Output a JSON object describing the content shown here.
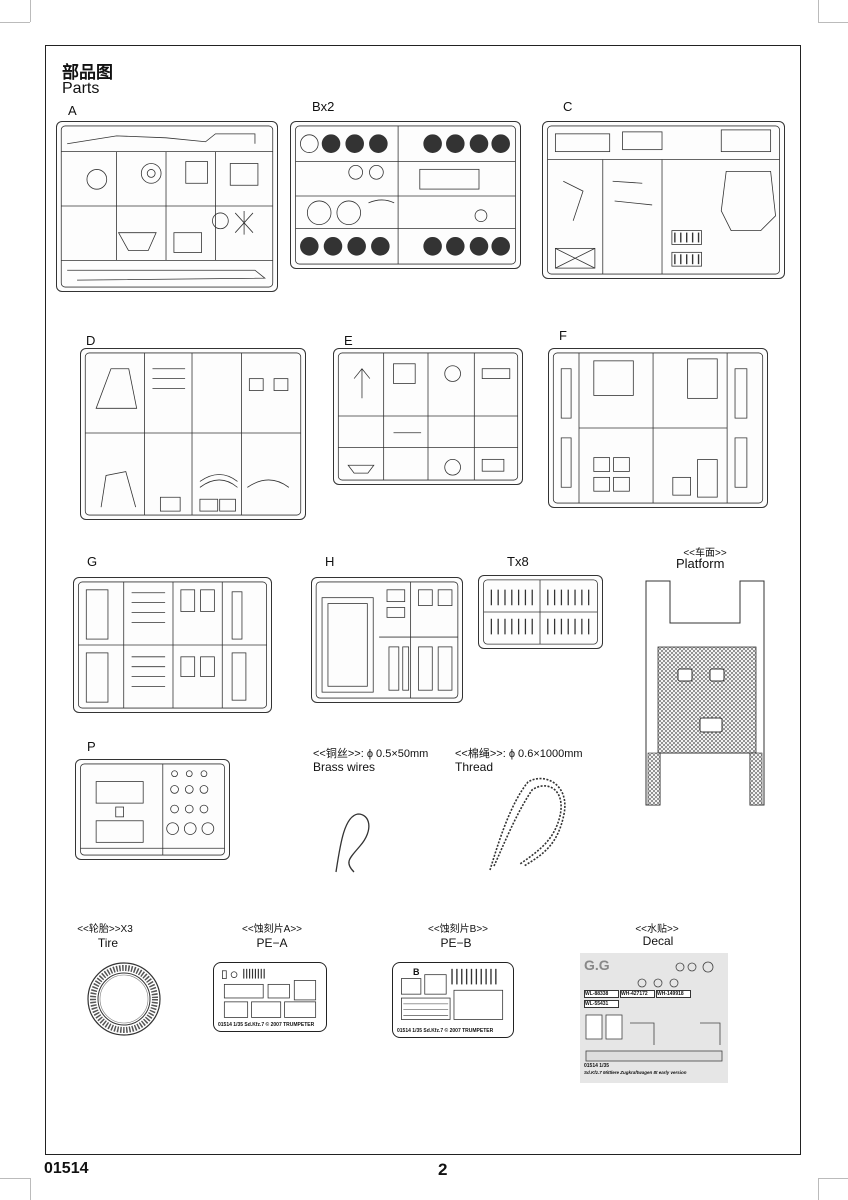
{
  "title": {
    "cn": "部品图",
    "en": "Parts"
  },
  "sprues": {
    "A": "A",
    "B": "Bx2",
    "C": "C",
    "D": "D",
    "E": "E",
    "F": "F",
    "G": "G",
    "H": "H",
    "T": "Tx8",
    "P": "P"
  },
  "platform": {
    "cn": "<<车面>>",
    "en": "Platform"
  },
  "brass": {
    "cn": "<<铜丝>>:",
    "spec": "ϕ 0.5×50mm",
    "en": "Brass wires"
  },
  "thread": {
    "cn": "<<棉绳>>:",
    "spec": "ϕ 0.6×1000mm",
    "en": "Thread"
  },
  "tire": {
    "cn": "<<轮胎>>X3",
    "en": "Tire"
  },
  "pea": {
    "cn": "<<蚀刻片A>>",
    "en": "PE−A",
    "plate_text": "01514 1/35 Sd.Kfz.7 © 2007 TRUMPETER"
  },
  "peb": {
    "cn": "<<蚀刻片B>>",
    "en": "PE−B",
    "plate_text": "01514 1/35 Sd.Kfz.7 © 2007 TRUMPETER"
  },
  "decal": {
    "cn": "<<水贴>>",
    "en": "Decal",
    "plates": [
      "WL-88338",
      "WH-427172",
      "WH-149918",
      "WL-55431"
    ],
    "code": "01514 1/35",
    "caption": "Sd.Kfz.7 Mittlere Zugkraftwagen 8t early version"
  },
  "footer": {
    "code": "01514",
    "page": "2"
  }
}
